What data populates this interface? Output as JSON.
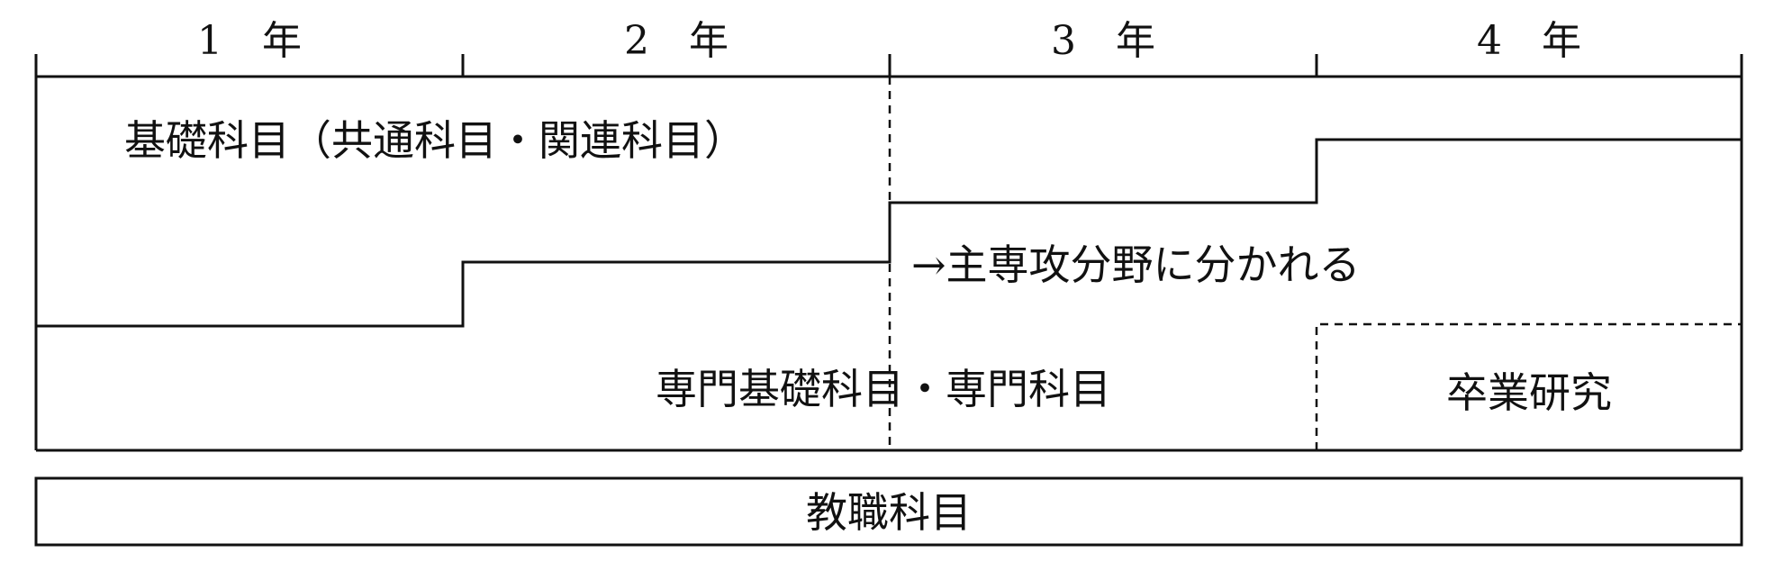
{
  "years": [
    "1　年",
    "2　年",
    "3　年",
    "4　年"
  ],
  "regions": {
    "basic_subjects": "基礎科目（共通科目・関連科目）",
    "major_split": "→主専攻分野に分かれる",
    "specialized": "専門基礎科目・専門科目",
    "graduation_research": "卒業研究"
  },
  "teaching_subjects": "教職科目"
}
